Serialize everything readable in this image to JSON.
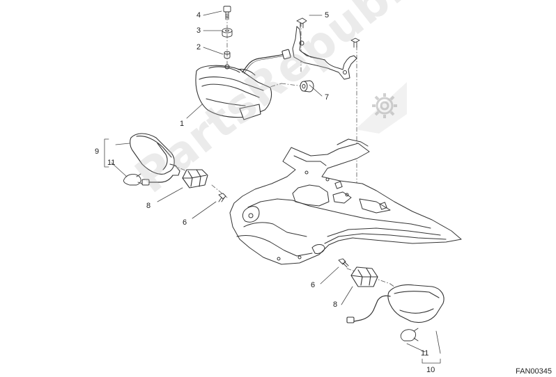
{
  "callouts": {
    "c1": "1",
    "c2": "2",
    "c3": "3",
    "c4": "4",
    "c5": "5",
    "c6_upper": "6",
    "c6_lower": "6",
    "c7": "7",
    "c8_upper": "8",
    "c8_lower": "8",
    "c9": "9",
    "c10": "10",
    "c11_upper": "11",
    "c11_lower": "11"
  },
  "reference_code": "FAN00345",
  "watermark": {
    "text": "PartsRepublik",
    "icon": "gear-icon"
  },
  "colors": {
    "line": "#333333",
    "watermark": "#bdbdbd"
  }
}
